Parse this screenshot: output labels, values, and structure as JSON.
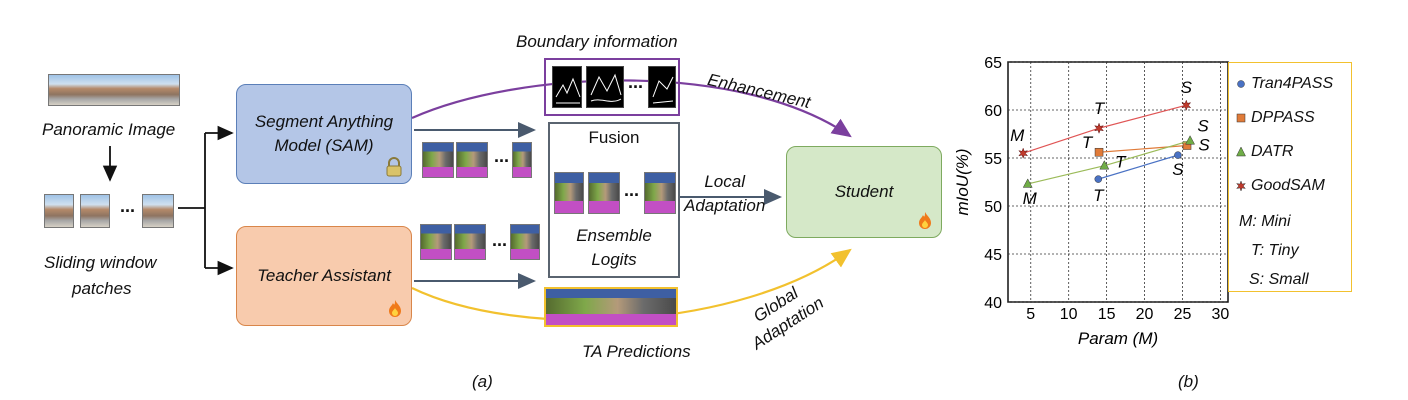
{
  "diagram": {
    "caption": "(a)",
    "panoramic_label": "Panoramic Image",
    "sliding_label": [
      "Sliding window",
      "patches"
    ],
    "sam_label": [
      "Segment Anything",
      "Model (SAM)"
    ],
    "ta_label": "Teacher Assistant",
    "student_label": "Student",
    "boundary_label": "Boundary information",
    "fusion_label": "Fusion",
    "ensemble_label": [
      "Ensemble",
      "Logits"
    ],
    "ta_predictions_label": "TA Predictions",
    "enhancement_label": "Enhancement",
    "local_label": [
      "Local",
      "Adaptation"
    ],
    "global_label": [
      "Global",
      "Adaptation"
    ],
    "ellipsis": "...",
    "colors": {
      "sam": "#b4c6e7",
      "ta": "#f8cbad",
      "student": "#d5e8c8",
      "purple": "#7b3f9e",
      "yellow": "#f2c12e"
    }
  },
  "chart_data": {
    "type": "scatter",
    "caption": "(b)",
    "xlabel": "Param (M)",
    "ylabel": "mIoU(%)",
    "xlim": [
      2,
      31
    ],
    "ylim": [
      40,
      65
    ],
    "xticks": [
      5,
      10,
      15,
      20,
      25,
      30
    ],
    "yticks": [
      40,
      45,
      50,
      55,
      60,
      65
    ],
    "grid": true,
    "legend_position": "right",
    "series": [
      {
        "name": "Tran4PASS",
        "marker": "circle",
        "color": "#4a72c4",
        "line_color": "#4a72c4",
        "points": [
          {
            "x": 13.9,
            "y": 52.8,
            "label": "T"
          },
          {
            "x": 24.4,
            "y": 55.3,
            "label": "S"
          }
        ]
      },
      {
        "name": "DPPASS",
        "marker": "square",
        "color": "#e07b39",
        "line_color": "#e07b39",
        "points": [
          {
            "x": 14.0,
            "y": 55.6,
            "label": "T"
          },
          {
            "x": 25.6,
            "y": 56.3,
            "label": "S"
          }
        ]
      },
      {
        "name": "DATR",
        "marker": "triangle",
        "color": "#70ad47",
        "line_color": "#9bbb59",
        "points": [
          {
            "x": 4.6,
            "y": 52.3,
            "label": "M"
          },
          {
            "x": 14.7,
            "y": 54.2,
            "label": "T"
          },
          {
            "x": 26.0,
            "y": 56.8,
            "label": "S"
          }
        ]
      },
      {
        "name": "GoodSAM",
        "marker": "star",
        "color": "#c0392b",
        "line_color": "#e05555",
        "points": [
          {
            "x": 4.0,
            "y": 55.5,
            "label": "M"
          },
          {
            "x": 14.0,
            "y": 58.1,
            "label": "T"
          },
          {
            "x": 25.5,
            "y": 60.5,
            "label": "S"
          }
        ]
      }
    ],
    "legend_notes": [
      "M: Mini",
      "T: Tiny",
      "S: Small"
    ]
  }
}
